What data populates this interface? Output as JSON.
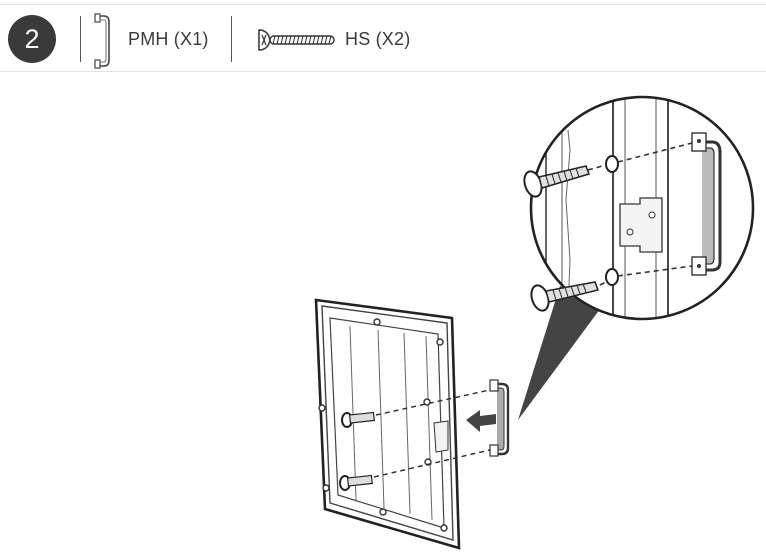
{
  "step": {
    "number": "2"
  },
  "parts": [
    {
      "code": "PMH (X1)",
      "icon": "bracket-handle-icon"
    },
    {
      "code": "HS (X2)",
      "icon": "screw-icon"
    }
  ]
}
